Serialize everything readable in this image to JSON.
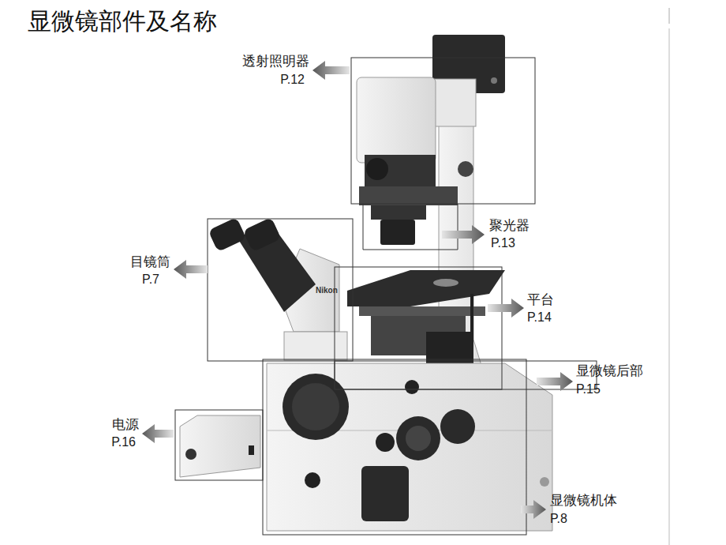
{
  "diagram": {
    "title": "显微镜部件及名称",
    "labels": [
      "透射照明器",
      "P.12",
      "聚光器",
      "P.13",
      "目镜筒",
      "P.7",
      "平台",
      "P.14",
      "显微镜后部",
      "P.15",
      "电源",
      "P.16",
      "显微镜机体",
      "P.8",
      "Nikon"
    ]
  }
}
